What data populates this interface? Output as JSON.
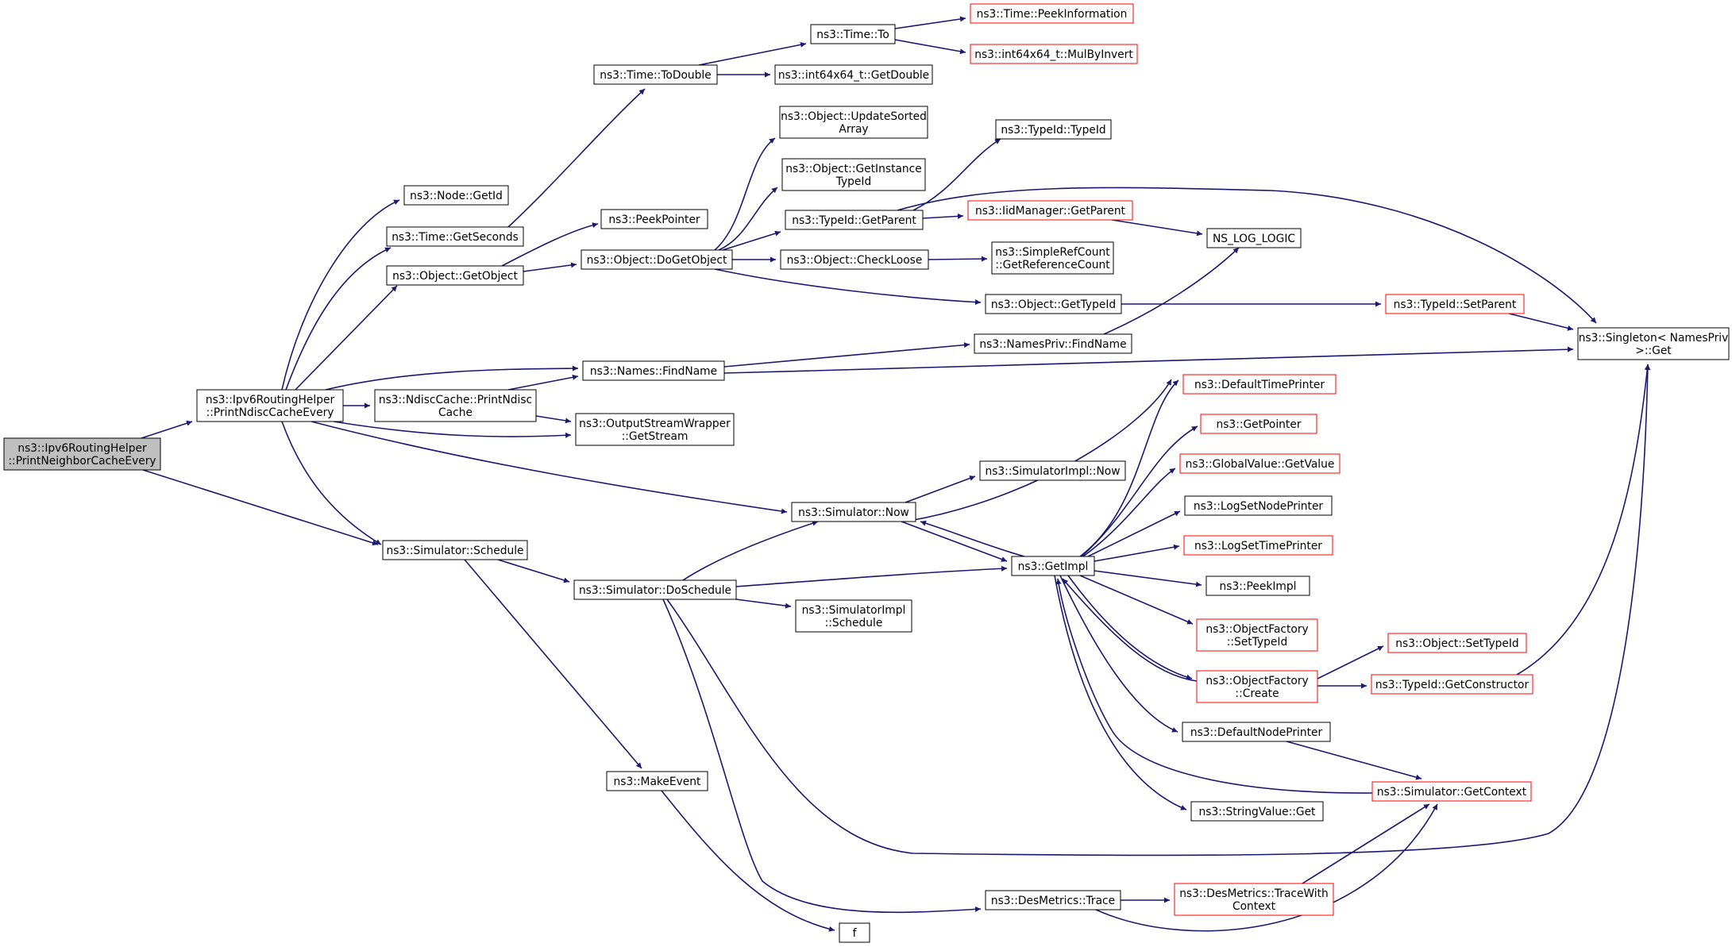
{
  "colors": {
    "edge": "#191970",
    "border_normal": "#000000",
    "border_external": "#ff0000",
    "fill_root": "#bfbfbf",
    "fill_normal": "#ffffff"
  },
  "nodes": [
    {
      "id": "root",
      "lines": [
        "ns3::Ipv6RoutingHelper",
        "::PrintNeighborCacheEvery"
      ],
      "style": "root"
    },
    {
      "id": "pnce",
      "lines": [
        "ns3::Ipv6RoutingHelper",
        "::PrintNdiscCacheEvery"
      ],
      "style": "normal"
    },
    {
      "id": "schedule",
      "lines": [
        "ns3::Simulator::Schedule"
      ],
      "style": "normal"
    },
    {
      "id": "getid",
      "lines": [
        "ns3::Node::GetId"
      ],
      "style": "normal"
    },
    {
      "id": "getseconds",
      "lines": [
        "ns3::Time::GetSeconds"
      ],
      "style": "normal"
    },
    {
      "id": "getobject",
      "lines": [
        "ns3::Object::GetObject"
      ],
      "style": "normal"
    },
    {
      "id": "ndprint",
      "lines": [
        "ns3::NdiscCache::PrintNdisc",
        "Cache"
      ],
      "style": "normal"
    },
    {
      "id": "findname",
      "lines": [
        "ns3::Names::FindName"
      ],
      "style": "normal"
    },
    {
      "id": "getstream",
      "lines": [
        "ns3::OutputStreamWrapper",
        "::GetStream"
      ],
      "style": "normal"
    },
    {
      "id": "todouble",
      "lines": [
        "ns3::Time::ToDouble"
      ],
      "style": "normal"
    },
    {
      "id": "peekpointer",
      "lines": [
        "ns3::PeekPointer"
      ],
      "style": "normal"
    },
    {
      "id": "dogetobject",
      "lines": [
        "ns3::Object::DoGetObject"
      ],
      "style": "normal"
    },
    {
      "id": "doschedule",
      "lines": [
        "ns3::Simulator::DoSchedule"
      ],
      "style": "normal"
    },
    {
      "id": "makeevent",
      "lines": [
        "ns3::MakeEvent"
      ],
      "style": "normal"
    },
    {
      "id": "timeto",
      "lines": [
        "ns3::Time::To"
      ],
      "style": "normal"
    },
    {
      "id": "int64getdouble",
      "lines": [
        "ns3::int64x64_t::GetDouble"
      ],
      "style": "normal"
    },
    {
      "id": "updatesorted",
      "lines": [
        "ns3::Object::UpdateSorted",
        "Array"
      ],
      "style": "normal"
    },
    {
      "id": "getinstance",
      "lines": [
        "ns3::Object::GetInstance",
        "TypeId"
      ],
      "style": "normal"
    },
    {
      "id": "tidgetparent",
      "lines": [
        "ns3::TypeId::GetParent"
      ],
      "style": "normal"
    },
    {
      "id": "checkloose",
      "lines": [
        "ns3::Object::CheckLoose"
      ],
      "style": "normal"
    },
    {
      "id": "simnow",
      "lines": [
        "ns3::Simulator::Now"
      ],
      "style": "normal"
    },
    {
      "id": "implschedule",
      "lines": [
        "ns3::SimulatorImpl",
        "::Schedule"
      ],
      "style": "normal"
    },
    {
      "id": "f",
      "lines": [
        "f"
      ],
      "style": "normal"
    },
    {
      "id": "peekinfo",
      "lines": [
        "ns3::Time::PeekInformation"
      ],
      "style": "external"
    },
    {
      "id": "mulbyinvert",
      "lines": [
        "ns3::int64x64_t::MulByInvert"
      ],
      "style": "external"
    },
    {
      "id": "typeidtypeid",
      "lines": [
        "ns3::TypeId::TypeId"
      ],
      "style": "normal"
    },
    {
      "id": "iidgetparent",
      "lines": [
        "ns3::IidManager::GetParent"
      ],
      "style": "external"
    },
    {
      "id": "getrefcount",
      "lines": [
        "ns3::SimpleRefCount",
        "::GetReferenceCount"
      ],
      "style": "normal"
    },
    {
      "id": "objgettypeid",
      "lines": [
        "ns3::Object::GetTypeId"
      ],
      "style": "normal"
    },
    {
      "id": "npfindname",
      "lines": [
        "ns3::NamesPriv::FindName"
      ],
      "style": "normal"
    },
    {
      "id": "implnow",
      "lines": [
        "ns3::SimulatorImpl::Now"
      ],
      "style": "normal"
    },
    {
      "id": "getimpl",
      "lines": [
        "ns3::GetImpl"
      ],
      "style": "normal"
    },
    {
      "id": "desmtrace",
      "lines": [
        "ns3::DesMetrics::Trace"
      ],
      "style": "normal"
    },
    {
      "id": "nslog",
      "lines": [
        "NS_LOG_LOGIC"
      ],
      "style": "normal"
    },
    {
      "id": "setparent",
      "lines": [
        "ns3::TypeId::SetParent"
      ],
      "style": "external"
    },
    {
      "id": "defaulttime",
      "lines": [
        "ns3::DefaultTimePrinter"
      ],
      "style": "external"
    },
    {
      "id": "getpointer",
      "lines": [
        "ns3::GetPointer"
      ],
      "style": "external"
    },
    {
      "id": "gvgetvalue",
      "lines": [
        "ns3::GlobalValue::GetValue"
      ],
      "style": "external"
    },
    {
      "id": "lognode",
      "lines": [
        "ns3::LogSetNodePrinter"
      ],
      "style": "normal"
    },
    {
      "id": "logtime",
      "lines": [
        "ns3::LogSetTimePrinter"
      ],
      "style": "external"
    },
    {
      "id": "peekimpl",
      "lines": [
        "ns3::PeekImpl"
      ],
      "style": "normal"
    },
    {
      "id": "ofsettypeid",
      "lines": [
        "ns3::ObjectFactory",
        "::SetTypeId"
      ],
      "style": "external"
    },
    {
      "id": "ofcreate",
      "lines": [
        "ns3::ObjectFactory",
        "::Create"
      ],
      "style": "external"
    },
    {
      "id": "defaultnode",
      "lines": [
        "ns3::DefaultNodePrinter"
      ],
      "style": "normal"
    },
    {
      "id": "stringget",
      "lines": [
        "ns3::StringValue::Get"
      ],
      "style": "normal"
    },
    {
      "id": "tracectx",
      "lines": [
        "ns3::DesMetrics::TraceWith",
        "Context"
      ],
      "style": "external"
    },
    {
      "id": "objsettypeid",
      "lines": [
        "ns3::Object::SetTypeId"
      ],
      "style": "external"
    },
    {
      "id": "getconstructor",
      "lines": [
        "ns3::TypeId::GetConstructor"
      ],
      "style": "external"
    },
    {
      "id": "getcontext",
      "lines": [
        "ns3::Simulator::GetContext"
      ],
      "style": "external"
    },
    {
      "id": "singleton",
      "lines": [
        "ns3::Singleton< NamesPriv",
        " >::Get"
      ],
      "style": "normal"
    }
  ]
}
